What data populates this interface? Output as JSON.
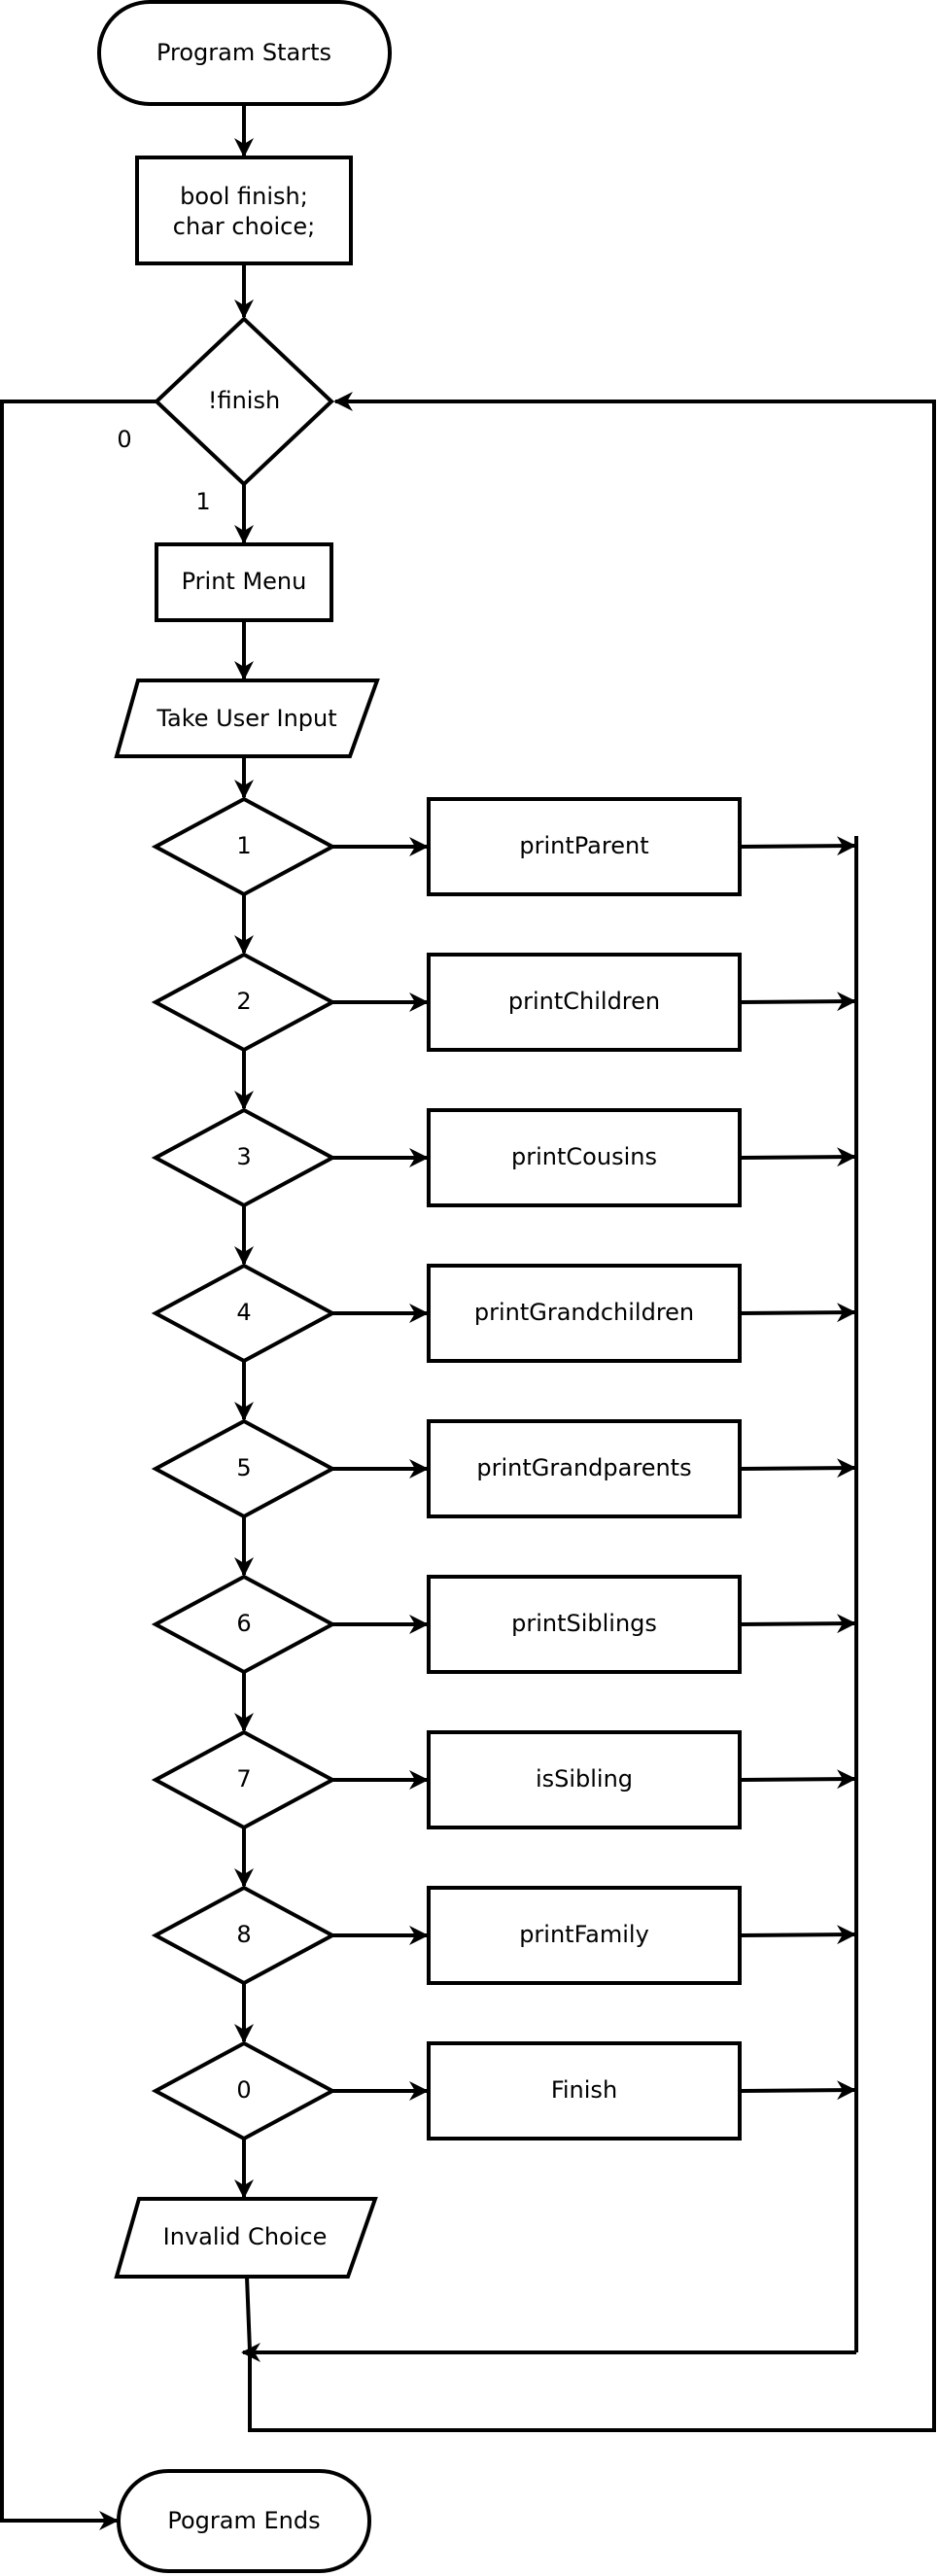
{
  "start": {
    "label": "Program Starts"
  },
  "declare": {
    "line1": "bool finish;",
    "line2": "char choice;"
  },
  "loop_condition": {
    "label": "!finish",
    "false_label": "0",
    "true_label": "1"
  },
  "print_menu": {
    "label": "Print Menu"
  },
  "take_input": {
    "label": "Take User Input"
  },
  "choices": [
    {
      "key": "1",
      "action": "printParent"
    },
    {
      "key": "2",
      "action": "printChildren"
    },
    {
      "key": "3",
      "action": "printCousins"
    },
    {
      "key": "4",
      "action": "printGrandchildren"
    },
    {
      "key": "5",
      "action": "printGrandparents"
    },
    {
      "key": "6",
      "action": "printSiblings"
    },
    {
      "key": "7",
      "action": "isSibling"
    },
    {
      "key": "8",
      "action": "printFamily"
    },
    {
      "key": "0",
      "action": "Finish"
    }
  ],
  "invalid": {
    "label": "Invalid Choice"
  },
  "end": {
    "label": "Pogram Ends"
  }
}
